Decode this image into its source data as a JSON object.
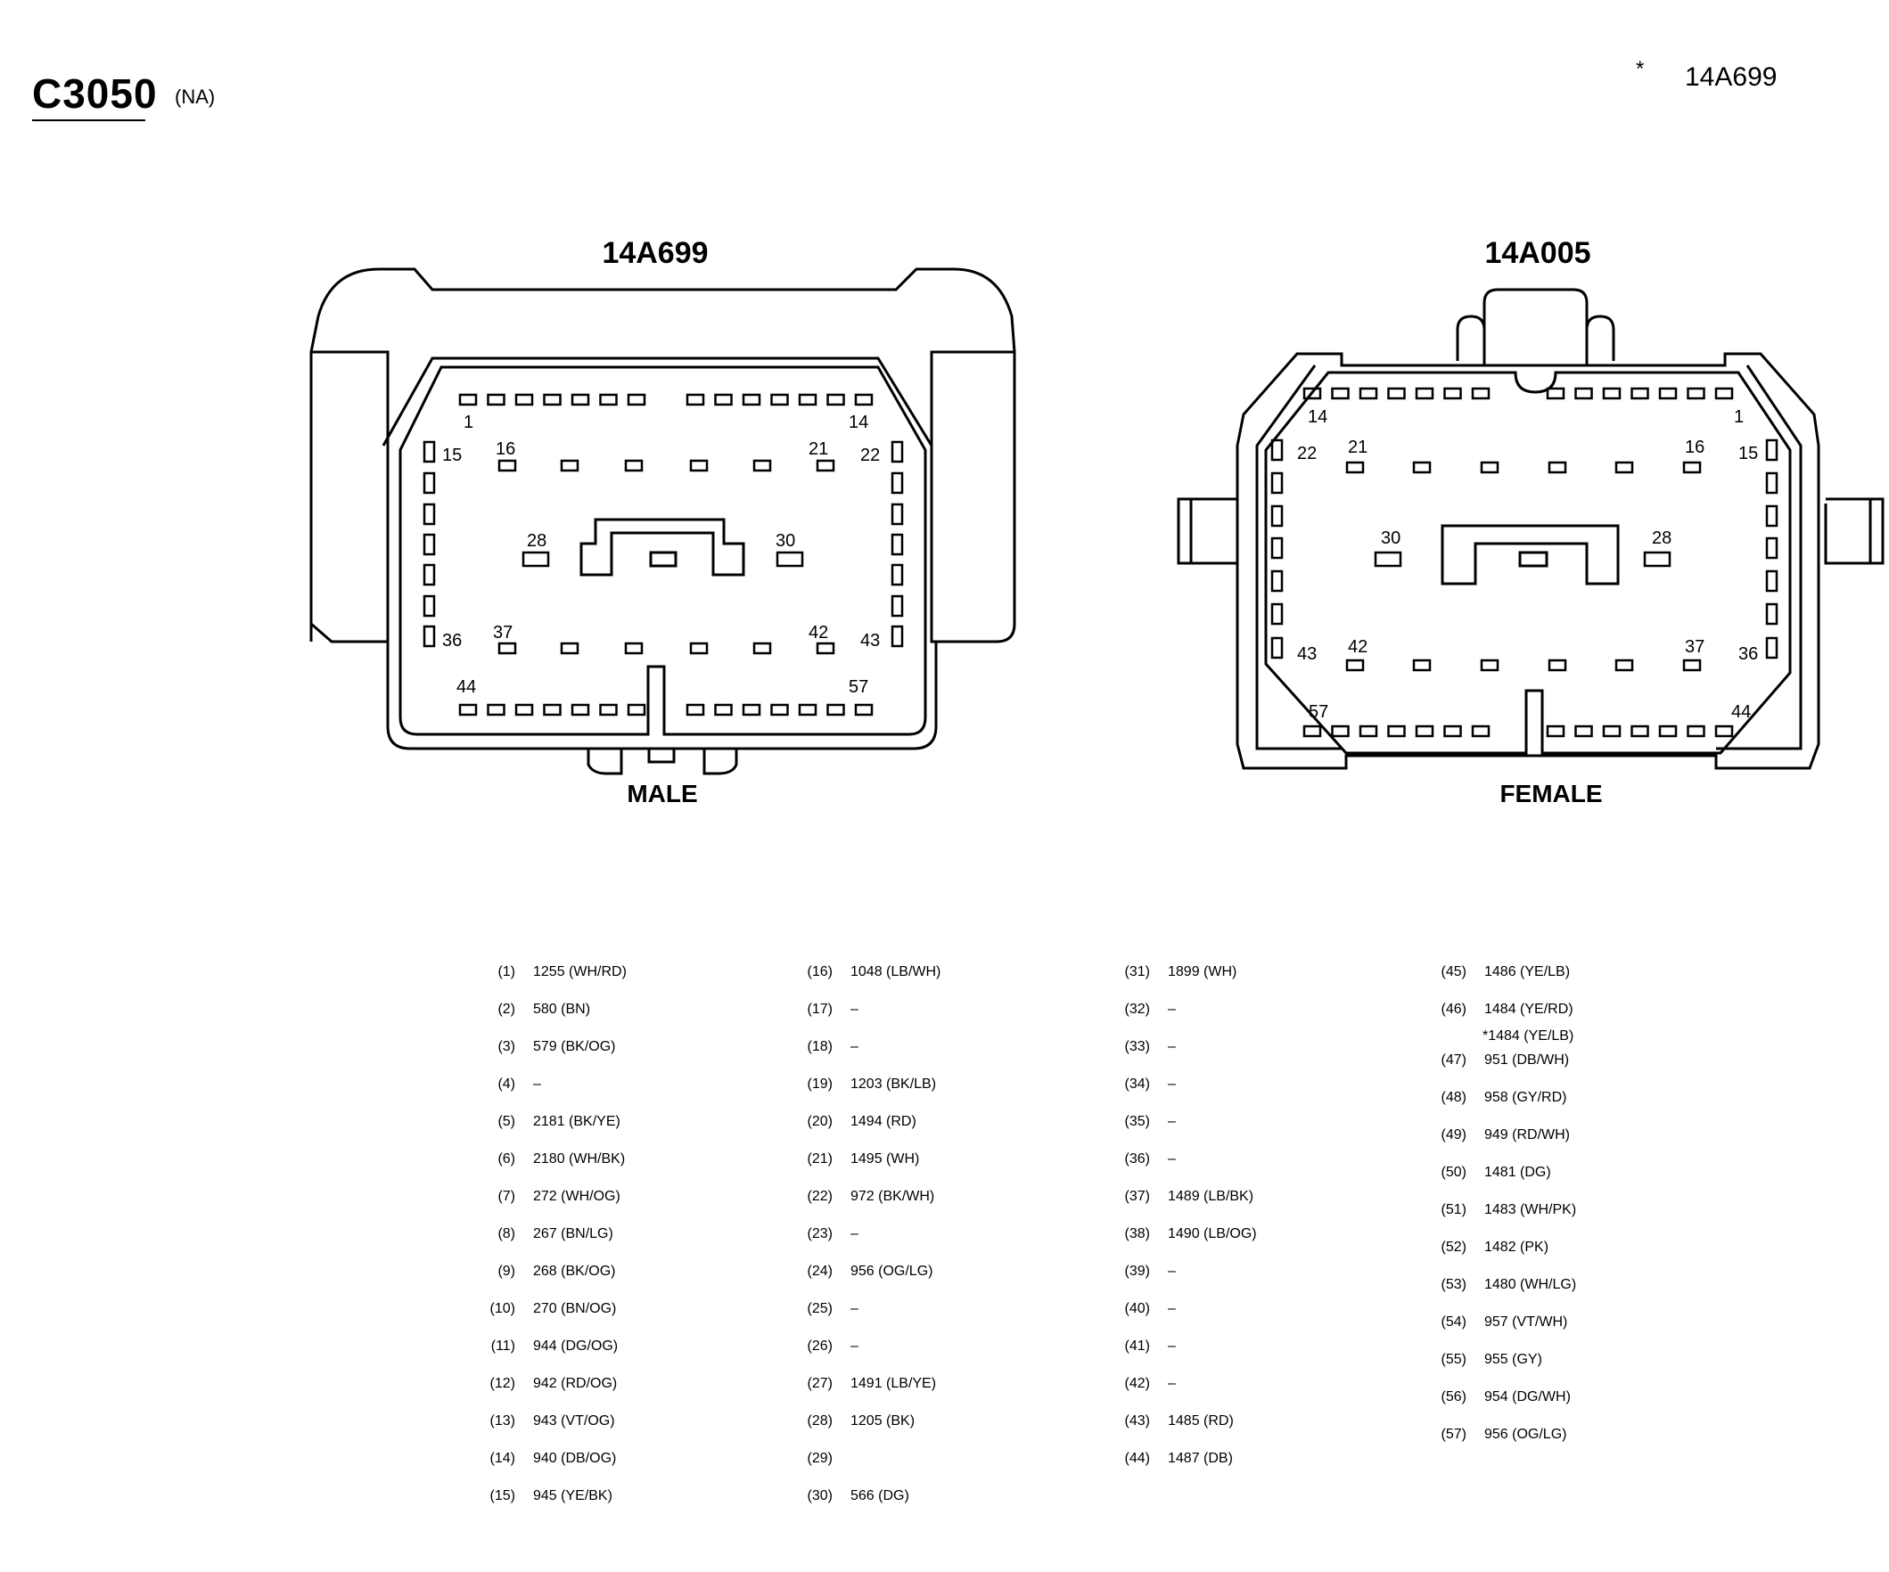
{
  "header": {
    "connector_id": "C3050",
    "note": "(NA)",
    "ref_star": "*",
    "ref_part": "14A699"
  },
  "connectors": [
    {
      "part": "14A699",
      "gender": "MALE",
      "labels": [
        "1",
        "14",
        "15",
        "16",
        "21",
        "22",
        "28",
        "30",
        "36",
        "37",
        "42",
        "43",
        "44",
        "57"
      ]
    },
    {
      "part": "14A005",
      "gender": "FEMALE",
      "labels": [
        "14",
        "1",
        "22",
        "21",
        "16",
        "15",
        "30",
        "28",
        "43",
        "42",
        "37",
        "36",
        "57",
        "44"
      ]
    }
  ],
  "pins": [
    {
      "id": "(1)",
      "wire": "1255 (WH/RD)"
    },
    {
      "id": "(2)",
      "wire": "580 (BN)"
    },
    {
      "id": "(3)",
      "wire": "579 (BK/OG)"
    },
    {
      "id": "(4)",
      "wire": "–"
    },
    {
      "id": "(5)",
      "wire": "2181 (BK/YE)"
    },
    {
      "id": "(6)",
      "wire": "2180 (WH/BK)"
    },
    {
      "id": "(7)",
      "wire": "272 (WH/OG)"
    },
    {
      "id": "(8)",
      "wire": "267 (BN/LG)"
    },
    {
      "id": "(9)",
      "wire": "268 (BK/OG)"
    },
    {
      "id": "(10)",
      "wire": "270 (BN/OG)"
    },
    {
      "id": "(11)",
      "wire": "944 (DG/OG)"
    },
    {
      "id": "(12)",
      "wire": "942 (RD/OG)"
    },
    {
      "id": "(13)",
      "wire": "943 (VT/OG)"
    },
    {
      "id": "(14)",
      "wire": "940 (DB/OG)"
    },
    {
      "id": "(15)",
      "wire": "945 (YE/BK)"
    },
    {
      "id": "(16)",
      "wire": "1048 (LB/WH)"
    },
    {
      "id": "(17)",
      "wire": "–"
    },
    {
      "id": "(18)",
      "wire": "–"
    },
    {
      "id": "(19)",
      "wire": "1203 (BK/LB)"
    },
    {
      "id": "(20)",
      "wire": "1494 (RD)"
    },
    {
      "id": "(21)",
      "wire": "1495 (WH)"
    },
    {
      "id": "(22)",
      "wire": "972 (BK/WH)"
    },
    {
      "id": "(23)",
      "wire": "–"
    },
    {
      "id": "(24)",
      "wire": "956 (OG/LG)"
    },
    {
      "id": "(25)",
      "wire": "–"
    },
    {
      "id": "(26)",
      "wire": "–"
    },
    {
      "id": "(27)",
      "wire": "1491 (LB/YE)"
    },
    {
      "id": "(28)",
      "wire": "1205 (BK)"
    },
    {
      "id": "(29)",
      "wire": ""
    },
    {
      "id": "(30)",
      "wire": "566 (DG)"
    },
    {
      "id": "(31)",
      "wire": "1899 (WH)"
    },
    {
      "id": "(32)",
      "wire": "–"
    },
    {
      "id": "(33)",
      "wire": "–"
    },
    {
      "id": "(34)",
      "wire": "–"
    },
    {
      "id": "(35)",
      "wire": "–"
    },
    {
      "id": "(36)",
      "wire": "–"
    },
    {
      "id": "(37)",
      "wire": "1489 (LB/BK)"
    },
    {
      "id": "(38)",
      "wire": "1490 (LB/OG)"
    },
    {
      "id": "(39)",
      "wire": "–"
    },
    {
      "id": "(40)",
      "wire": "–"
    },
    {
      "id": "(41)",
      "wire": "–"
    },
    {
      "id": "(42)",
      "wire": "–"
    },
    {
      "id": "(43)",
      "wire": "1485 (RD)"
    },
    {
      "id": "(44)",
      "wire": "1487 (DB)"
    },
    {
      "id": "(45)",
      "wire": "1486 (YE/LB)"
    },
    {
      "id": "(46)",
      "wire": "1484 (YE/RD)",
      "wire_alt": "*1484 (YE/LB)"
    },
    {
      "id": "(47)",
      "wire": "951 (DB/WH)"
    },
    {
      "id": "(48)",
      "wire": "958 (GY/RD)"
    },
    {
      "id": "(49)",
      "wire": "949 (RD/WH)"
    },
    {
      "id": "(50)",
      "wire": "1481 (DG)"
    },
    {
      "id": "(51)",
      "wire": "1483 (WH/PK)"
    },
    {
      "id": "(52)",
      "wire": "1482 (PK)"
    },
    {
      "id": "(53)",
      "wire": "1480 (WH/LG)"
    },
    {
      "id": "(54)",
      "wire": "957 (VT/WH)"
    },
    {
      "id": "(55)",
      "wire": "955 (GY)"
    },
    {
      "id": "(56)",
      "wire": "954 (DG/WH)"
    },
    {
      "id": "(57)",
      "wire": "956 (OG/LG)"
    }
  ]
}
